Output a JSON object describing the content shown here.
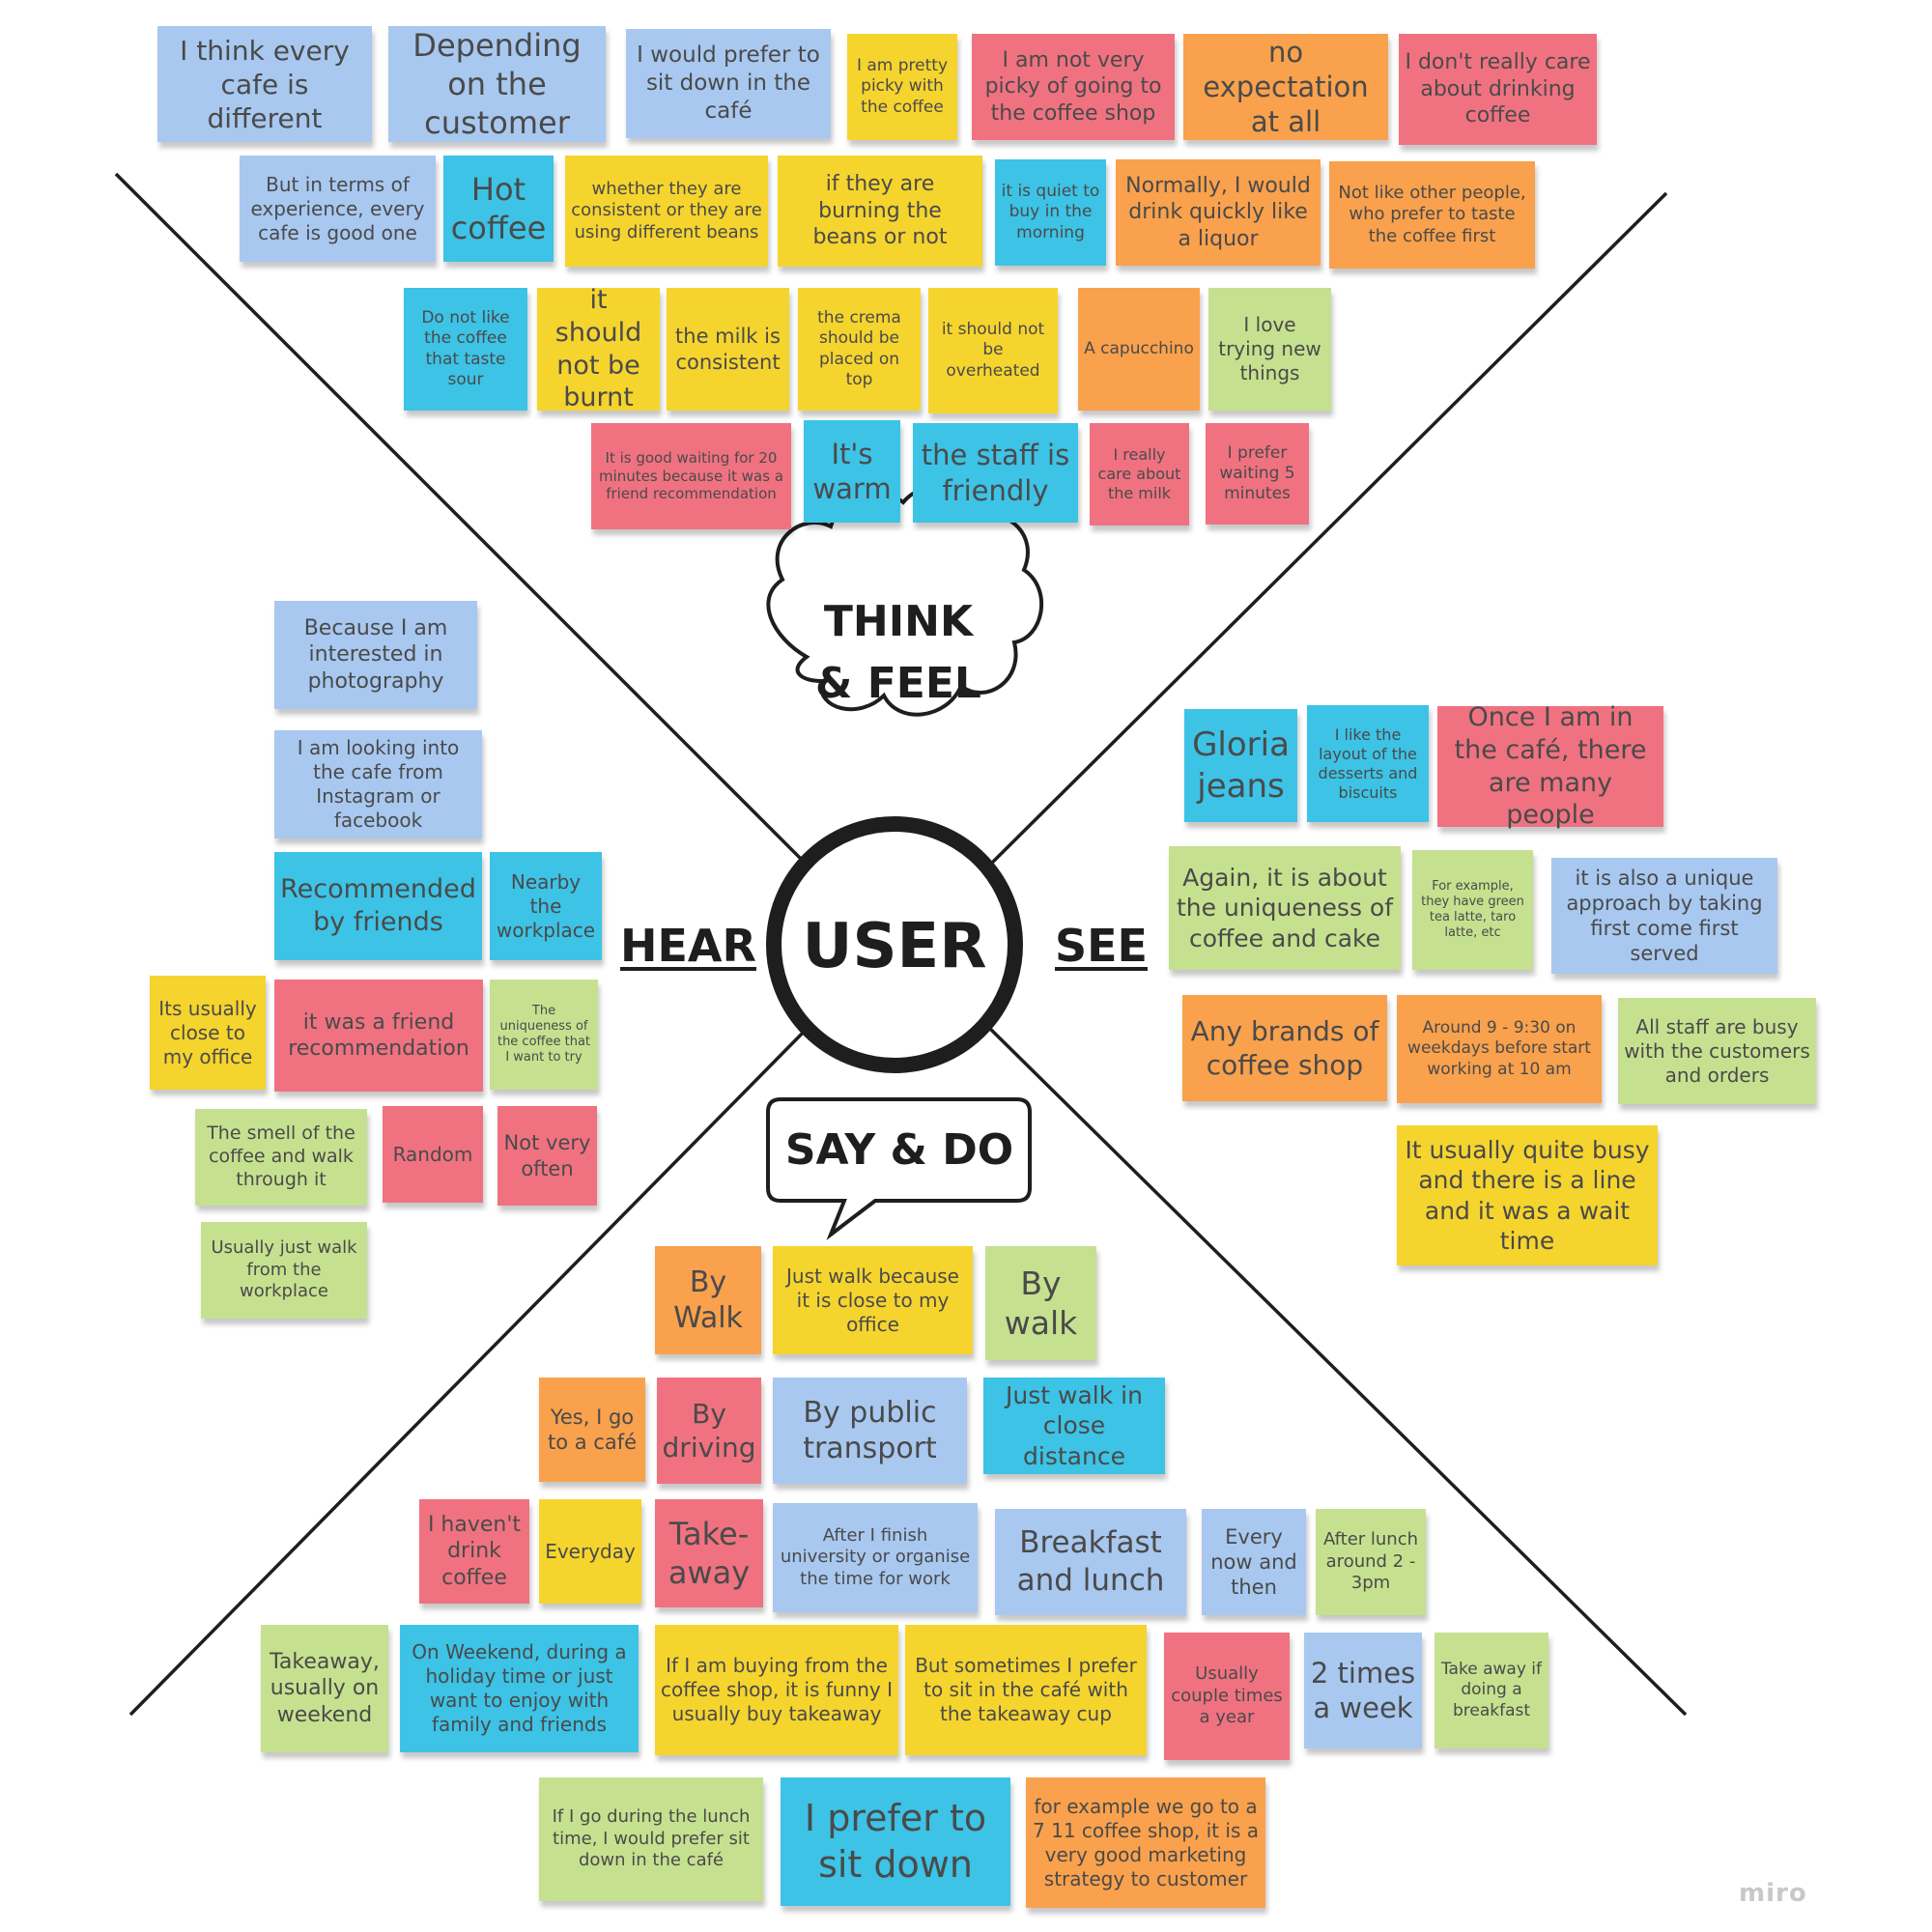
{
  "labels": {
    "user": "USER",
    "think_feel_1": "THINK",
    "think_feel_2": "& FEEL",
    "hear": "HEAR",
    "see": "SEE",
    "say_do": "SAY & DO"
  },
  "brand": "miro",
  "colors": {
    "blue": "#a8c8f0",
    "cyan": "#3cc3e6",
    "yellow": "#f5d42e",
    "orange": "#f9a14c",
    "pink": "#f07281",
    "green": "#c5e18f"
  },
  "notes": [
    {
      "id": "n1",
      "text": "I think every cafe is different",
      "color": "blue"
    },
    {
      "id": "n2",
      "text": "Depending on the customer",
      "color": "blue"
    },
    {
      "id": "n3",
      "text": "I would prefer to sit down in the café",
      "color": "blue"
    },
    {
      "id": "n4",
      "text": "I am pretty picky with the coffee",
      "color": "yellow"
    },
    {
      "id": "n5",
      "text": "I am not very picky of going to the coffee shop",
      "color": "pink"
    },
    {
      "id": "n6",
      "text": "no expectation at all",
      "color": "orange"
    },
    {
      "id": "n7",
      "text": "I don't really care about drinking coffee",
      "color": "pink"
    },
    {
      "id": "n8",
      "text": "But in terms of experience, every cafe is good one",
      "color": "blue"
    },
    {
      "id": "n9",
      "text": "Hot coffee",
      "color": "cyan"
    },
    {
      "id": "n10",
      "text": "whether they are consistent or they are using different beans",
      "color": "yellow"
    },
    {
      "id": "n11",
      "text": "if they are burning the beans or not",
      "color": "yellow"
    },
    {
      "id": "n12",
      "text": "it is quiet to buy in the morning",
      "color": "cyan"
    },
    {
      "id": "n13",
      "text": "Normally, I would drink quickly like a liquor",
      "color": "orange"
    },
    {
      "id": "n14",
      "text": "Not like other people, who prefer to taste the coffee first",
      "color": "orange"
    },
    {
      "id": "n15",
      "text": "Do not like the coffee that taste sour",
      "color": "cyan"
    },
    {
      "id": "n16",
      "text": "it should not be burnt",
      "color": "yellow"
    },
    {
      "id": "n17",
      "text": "the milk is consistent",
      "color": "yellow"
    },
    {
      "id": "n18",
      "text": "the crema should be placed on top",
      "color": "yellow"
    },
    {
      "id": "n19",
      "text": "it should not be overheated",
      "color": "yellow"
    },
    {
      "id": "n20",
      "text": "A capucchino",
      "color": "orange"
    },
    {
      "id": "n21",
      "text": "I love trying new things",
      "color": "green"
    },
    {
      "id": "n22",
      "text": "It is good waiting for 20 minutes because it was a friend recommendation",
      "color": "pink"
    },
    {
      "id": "n23",
      "text": "It's warm",
      "color": "cyan"
    },
    {
      "id": "n24",
      "text": "the staff is friendly",
      "color": "cyan"
    },
    {
      "id": "n25",
      "text": "I really care about the milk",
      "color": "pink"
    },
    {
      "id": "n26",
      "text": "I prefer waiting 5 minutes",
      "color": "pink"
    },
    {
      "id": "h1",
      "text": "Because I am interested in photography",
      "color": "blue"
    },
    {
      "id": "h2",
      "text": "I am looking into the cafe from Instagram or facebook",
      "color": "blue"
    },
    {
      "id": "h3",
      "text": "Recommended by friends",
      "color": "cyan"
    },
    {
      "id": "h4",
      "text": "Nearby the workplace",
      "color": "cyan"
    },
    {
      "id": "h5",
      "text": "Its usually close to my office",
      "color": "yellow"
    },
    {
      "id": "h6",
      "text": "it was a friend recommendation",
      "color": "pink"
    },
    {
      "id": "h7",
      "text": "The uniqueness of the coffee that I want to try",
      "color": "green"
    },
    {
      "id": "h8",
      "text": "The smell of the coffee and walk through it",
      "color": "green"
    },
    {
      "id": "h9",
      "text": "Random",
      "color": "pink"
    },
    {
      "id": "h10",
      "text": "Not very often",
      "color": "pink"
    },
    {
      "id": "h11",
      "text": "Usually just walk from the workplace",
      "color": "green"
    },
    {
      "id": "s1",
      "text": "Gloria jeans",
      "color": "cyan"
    },
    {
      "id": "s2",
      "text": "I like the layout of the desserts and biscuits",
      "color": "cyan"
    },
    {
      "id": "s3",
      "text": "Once I am in the café, there are many people",
      "color": "pink"
    },
    {
      "id": "s4",
      "text": "Again, it is about the uniqueness of coffee and cake",
      "color": "green"
    },
    {
      "id": "s5",
      "text": "For example, they have green tea latte, taro latte, etc",
      "color": "green"
    },
    {
      "id": "s6",
      "text": "it is also a unique approach by taking first come first served",
      "color": "blue"
    },
    {
      "id": "s7",
      "text": "Any brands of coffee shop",
      "color": "orange"
    },
    {
      "id": "s8",
      "text": "Around 9 - 9:30 on weekdays before start working at 10 am",
      "color": "orange"
    },
    {
      "id": "s9",
      "text": "All staff are busy with the customers and orders",
      "color": "green"
    },
    {
      "id": "s10",
      "text": "It usually quite busy and there is a line and it was a wait time",
      "color": "yellow"
    },
    {
      "id": "d1",
      "text": "By Walk",
      "color": "orange"
    },
    {
      "id": "d2",
      "text": "Just walk because it is close to my office",
      "color": "yellow"
    },
    {
      "id": "d3",
      "text": "By walk",
      "color": "green"
    },
    {
      "id": "d4",
      "text": "Yes, I go to a café",
      "color": "orange"
    },
    {
      "id": "d5",
      "text": "By driving",
      "color": "pink"
    },
    {
      "id": "d6",
      "text": "By public transport",
      "color": "blue"
    },
    {
      "id": "d7",
      "text": "Just walk in close distance",
      "color": "cyan"
    },
    {
      "id": "d8",
      "text": "I haven't drink coffee",
      "color": "pink"
    },
    {
      "id": "d9",
      "text": "Everyday",
      "color": "yellow"
    },
    {
      "id": "d10",
      "text": "Take-away",
      "color": "pink"
    },
    {
      "id": "d11",
      "text": "After I finish university or organise the time for work",
      "color": "blue"
    },
    {
      "id": "d12",
      "text": "Breakfast and lunch",
      "color": "blue"
    },
    {
      "id": "d13",
      "text": "Every now and then",
      "color": "blue"
    },
    {
      "id": "d14",
      "text": "After lunch around 2 - 3pm",
      "color": "green"
    },
    {
      "id": "d15",
      "text": "Takeaway, usually on weekend",
      "color": "green"
    },
    {
      "id": "d16",
      "text": "On Weekend, during a holiday time or just want to enjoy with family and friends",
      "color": "cyan"
    },
    {
      "id": "d17",
      "text": "If I am buying from the coffee shop, it is funny I usually buy takeaway",
      "color": "yellow"
    },
    {
      "id": "d18",
      "text": "But sometimes I prefer to sit in the café with the takeaway cup",
      "color": "yellow"
    },
    {
      "id": "d19",
      "text": "Usually couple times a year",
      "color": "pink"
    },
    {
      "id": "d20",
      "text": "2 times a week",
      "color": "blue"
    },
    {
      "id": "d21",
      "text": "Take away if doing a breakfast",
      "color": "green"
    },
    {
      "id": "d22",
      "text": "If I go during the lunch time, I would prefer sit down in the café",
      "color": "green"
    },
    {
      "id": "d23",
      "text": "I prefer to sit down",
      "color": "cyan"
    },
    {
      "id": "d24",
      "text": "for example we go to a 7 11 coffee shop, it is a very good marketing strategy to customer",
      "color": "orange"
    }
  ]
}
